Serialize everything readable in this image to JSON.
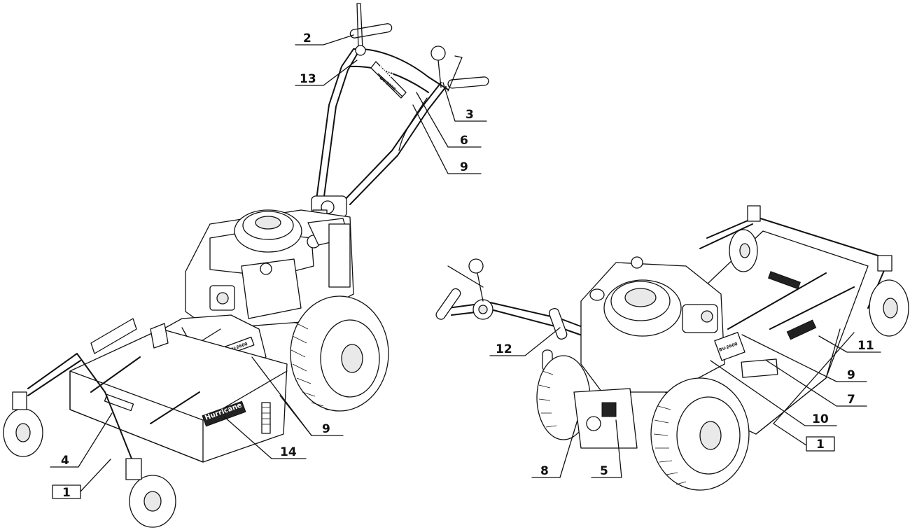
{
  "diagram": {
    "left_view": {
      "callouts": [
        {
          "id": "c2",
          "label": "2"
        },
        {
          "id": "c13",
          "label": "13"
        },
        {
          "id": "c3",
          "label": "3"
        },
        {
          "id": "c6",
          "label": "6"
        },
        {
          "id": "c9a",
          "label": "9"
        },
        {
          "id": "c9b",
          "label": "9"
        },
        {
          "id": "c4",
          "label": "4"
        },
        {
          "id": "c14",
          "label": "14"
        },
        {
          "id": "c1",
          "label": "1",
          "boxed": true
        }
      ],
      "decals": {
        "handle_brand": "VARI",
        "handle_model": "BV-2600",
        "hood_model": "BV-2600",
        "deck_brand": "Hurricane"
      }
    },
    "right_view": {
      "callouts": [
        {
          "id": "c12",
          "label": "12"
        },
        {
          "id": "c11",
          "label": "11"
        },
        {
          "id": "c9",
          "label": "9"
        },
        {
          "id": "c7",
          "label": "7"
        },
        {
          "id": "c10",
          "label": "10"
        },
        {
          "id": "c1",
          "label": "1",
          "boxed": true
        },
        {
          "id": "c8",
          "label": "8"
        },
        {
          "id": "c5",
          "label": "5"
        }
      ],
      "decals": {
        "engine_model": "BV-2600"
      }
    }
  }
}
